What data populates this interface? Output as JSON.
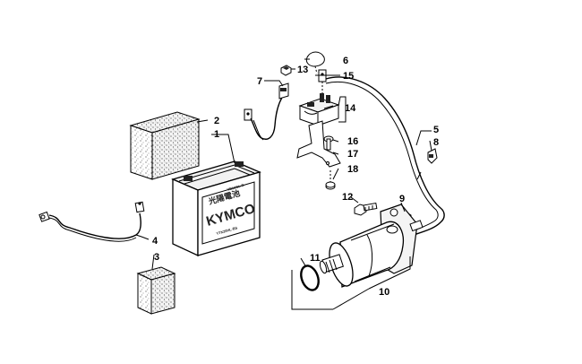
{
  "diagram": {
    "callouts": [
      "1",
      "2",
      "3",
      "4",
      "5",
      "6",
      "7",
      "8",
      "9",
      "10",
      "11",
      "12",
      "13",
      "14",
      "15",
      "16",
      "17",
      "18"
    ],
    "battery_brand": "KYMCO",
    "battery_top_text": "YB16CL-B",
    "battery_model": "YTX20HL-BS",
    "battery_kanji": "光陽電池"
  }
}
